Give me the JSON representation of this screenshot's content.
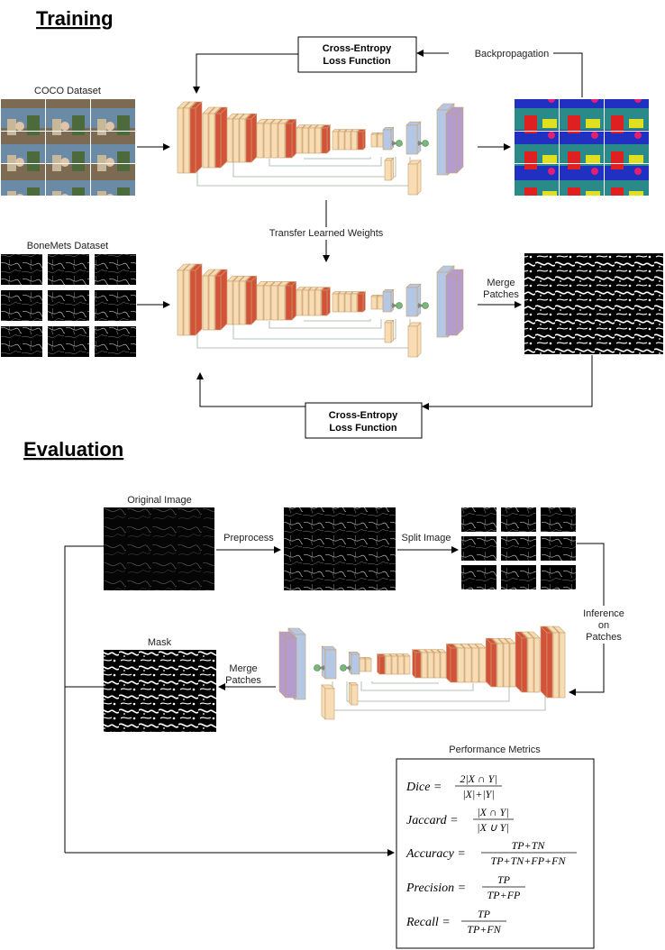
{
  "headings": {
    "training": "Training",
    "evaluation": "Evaluation"
  },
  "training": {
    "loss_top": [
      "Cross-Entropy",
      "Loss Function"
    ],
    "backprop": "Backpropagation",
    "coco_label": "COCO Dataset",
    "transfer_label": "Transfer Learned Weights",
    "bonemets_label": "BoneMets Dataset",
    "merge_label": [
      "Merge",
      "Patches"
    ],
    "loss_bottom": [
      "Cross-Entropy",
      "Loss Function"
    ]
  },
  "evaluation": {
    "original_label": "Original Image",
    "preprocess_label": "Preprocess",
    "split_label": "Split Image",
    "inference_label": [
      "Inference",
      "on",
      "Patches"
    ],
    "merge_label": [
      "Merge",
      "Patches"
    ],
    "mask_label": "Mask",
    "metrics_title": "Performance Metrics",
    "metrics": {
      "dice": {
        "name": "Dice =",
        "num": "2|X ∩ Y|",
        "den": "|X|+|Y|"
      },
      "jaccard": {
        "name": "Jaccard =",
        "num": "|X ∩ Y|",
        "den": "|X ∪ Y|"
      },
      "accuracy": {
        "name": "Accuracy =",
        "num": "TP+TN",
        "den": "TP+TN+FP+FN"
      },
      "precision": {
        "name": "Precision =",
        "num": "TP",
        "den": "TP+FP"
      },
      "recall": {
        "name": "Recall =",
        "num": "TP",
        "den": "TP+FN"
      }
    }
  },
  "colors": {
    "encoder_face": "#d2533a",
    "block_face": "#f7dcb4",
    "block_edge": "#c8a070",
    "decoder_blue": "#b4c8e6",
    "decoder_purple": "#b49ccc",
    "node_green": "#7ab87a",
    "skip_line": "#9bb0a0"
  }
}
